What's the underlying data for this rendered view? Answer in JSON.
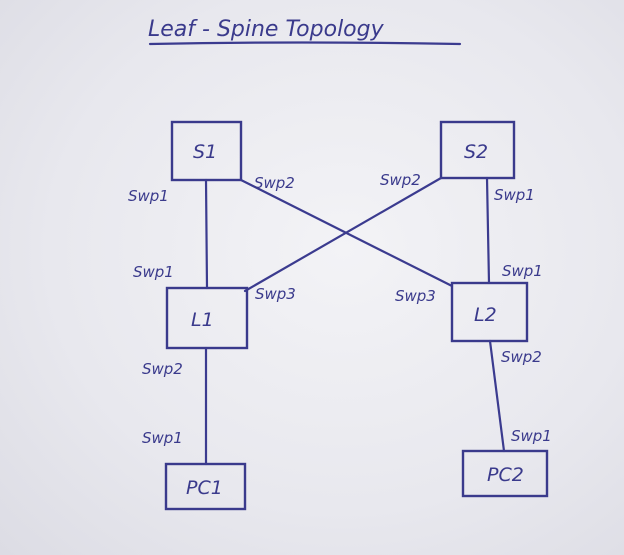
{
  "title": "Leaf - Spine Topology",
  "colors": {
    "ink": "#3a3a8c",
    "paper": "#ececf1"
  },
  "nodes": {
    "s1": "S1",
    "s2": "S2",
    "l1": "L1",
    "l2": "L2",
    "pc1": "PC1",
    "pc2": "PC2"
  },
  "ports": {
    "s1_to_l1": "Swp1",
    "s1_to_l2": "Swp2",
    "s2_to_l1": "Swp2",
    "s2_to_l2": "Swp1",
    "l1_from_s1": "Swp1",
    "l1_from_s2": "Swp3",
    "l2_from_s1": "Swp3",
    "l2_from_s2": "Swp1",
    "l1_to_pc1": "Swp2",
    "pc1_from_l1": "Swp1",
    "l2_to_pc2": "Swp2",
    "pc2_from_l2": "Swp1"
  }
}
